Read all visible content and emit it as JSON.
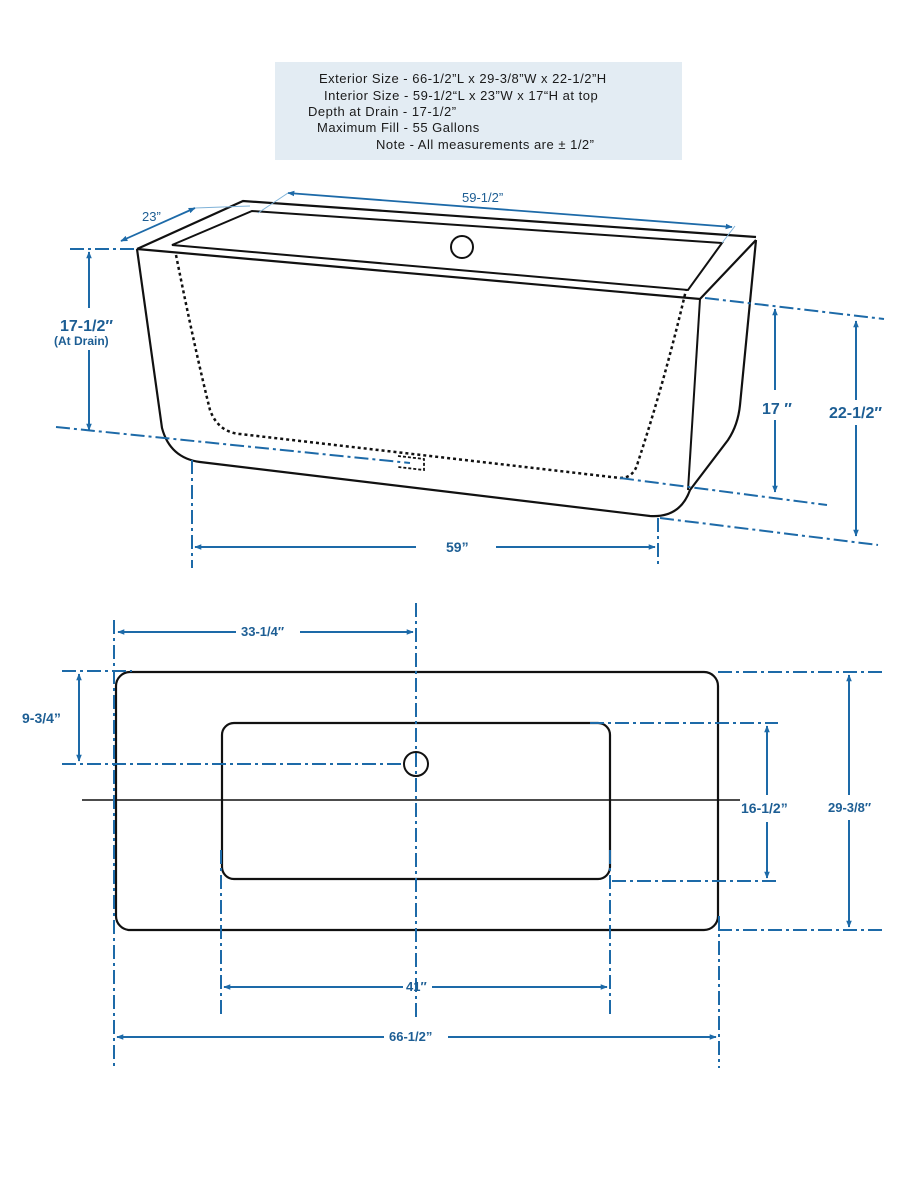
{
  "specs": {
    "exterior": "Exterior Size - 66-1/2”L x 29-3/8”W x 22-1/2”H",
    "interior": "Interior Size - 59-1/2“L x 23”W x 17“H at top",
    "depth": "Depth at Drain - 17-1/2”",
    "fill": "Maximum Fill - 55 Gallons",
    "note": "Note - All measurements are ± 1/2”"
  },
  "side_view": {
    "interior_length": "59-1/2”",
    "interior_width": "23”",
    "depth_at_drain": "17-1/2″",
    "depth_at_drain_note": "(At Drain)",
    "interior_height": "17 ″",
    "exterior_height": "22-1/2″",
    "base_length": "59”"
  },
  "top_view": {
    "drain_offset_length": "33-1/4″",
    "drain_offset_width": "9-3/4”",
    "interior_width": "16-1/2”",
    "exterior_width": "29-3/8″",
    "interior_length": "41″",
    "exterior_length": "66-1/2”"
  },
  "colors": {
    "dimension": "#1d6aa8",
    "outline": "#111111",
    "spec_background": "#e3ecf3"
  }
}
